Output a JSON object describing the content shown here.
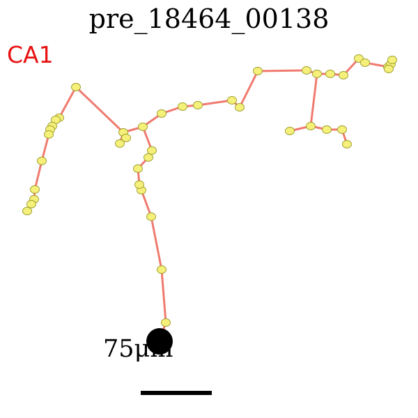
{
  "figure": {
    "title": "pre_18464_00138",
    "region_label": "CA1",
    "scale_label": "75μm"
  },
  "colors": {
    "background": "#ffffff",
    "branch": "#f07a6f",
    "node_fill": "#f5f07a",
    "node_stroke": "#a0a030",
    "soma": "#000000",
    "region_label": "#e81010",
    "scale_bar": "#000000"
  }
}
